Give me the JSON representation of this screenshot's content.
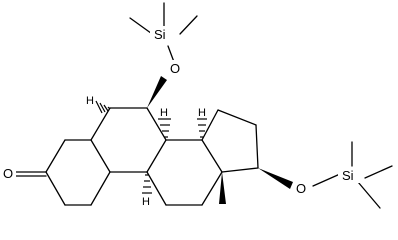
{
  "molecule": {
    "atoms": {
      "si1": "Si",
      "o1": "O",
      "si2": "Si",
      "o2": "O",
      "o3": "O",
      "h5": "H",
      "h8": "H",
      "h9": "H",
      "h14": "H"
    }
  }
}
